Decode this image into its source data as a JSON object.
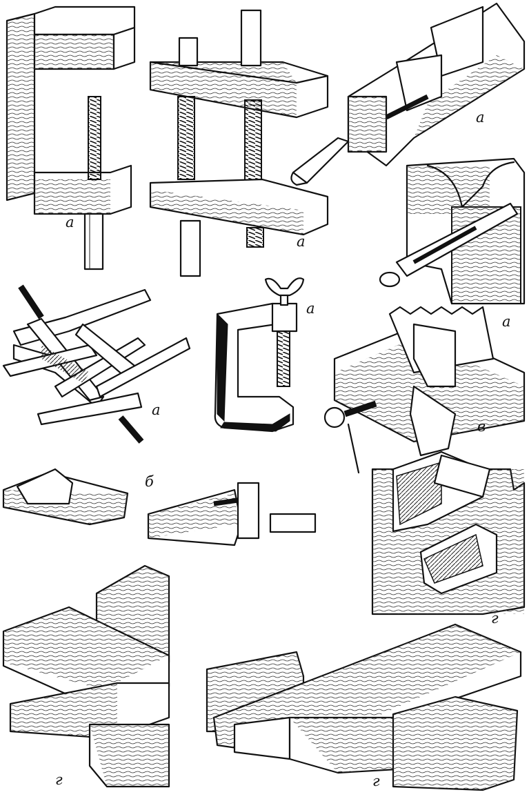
{
  "figure": {
    "colors": {
      "ink": "#111111",
      "paper": "#ffffff"
    },
    "labels": {
      "a1": "а",
      "a2": "а",
      "a3": "а",
      "a4": "а",
      "a5": "а",
      "a6": "а",
      "b1": "б",
      "v1": "в",
      "g1": "г",
      "g2": "г",
      "g3": "г"
    }
  }
}
